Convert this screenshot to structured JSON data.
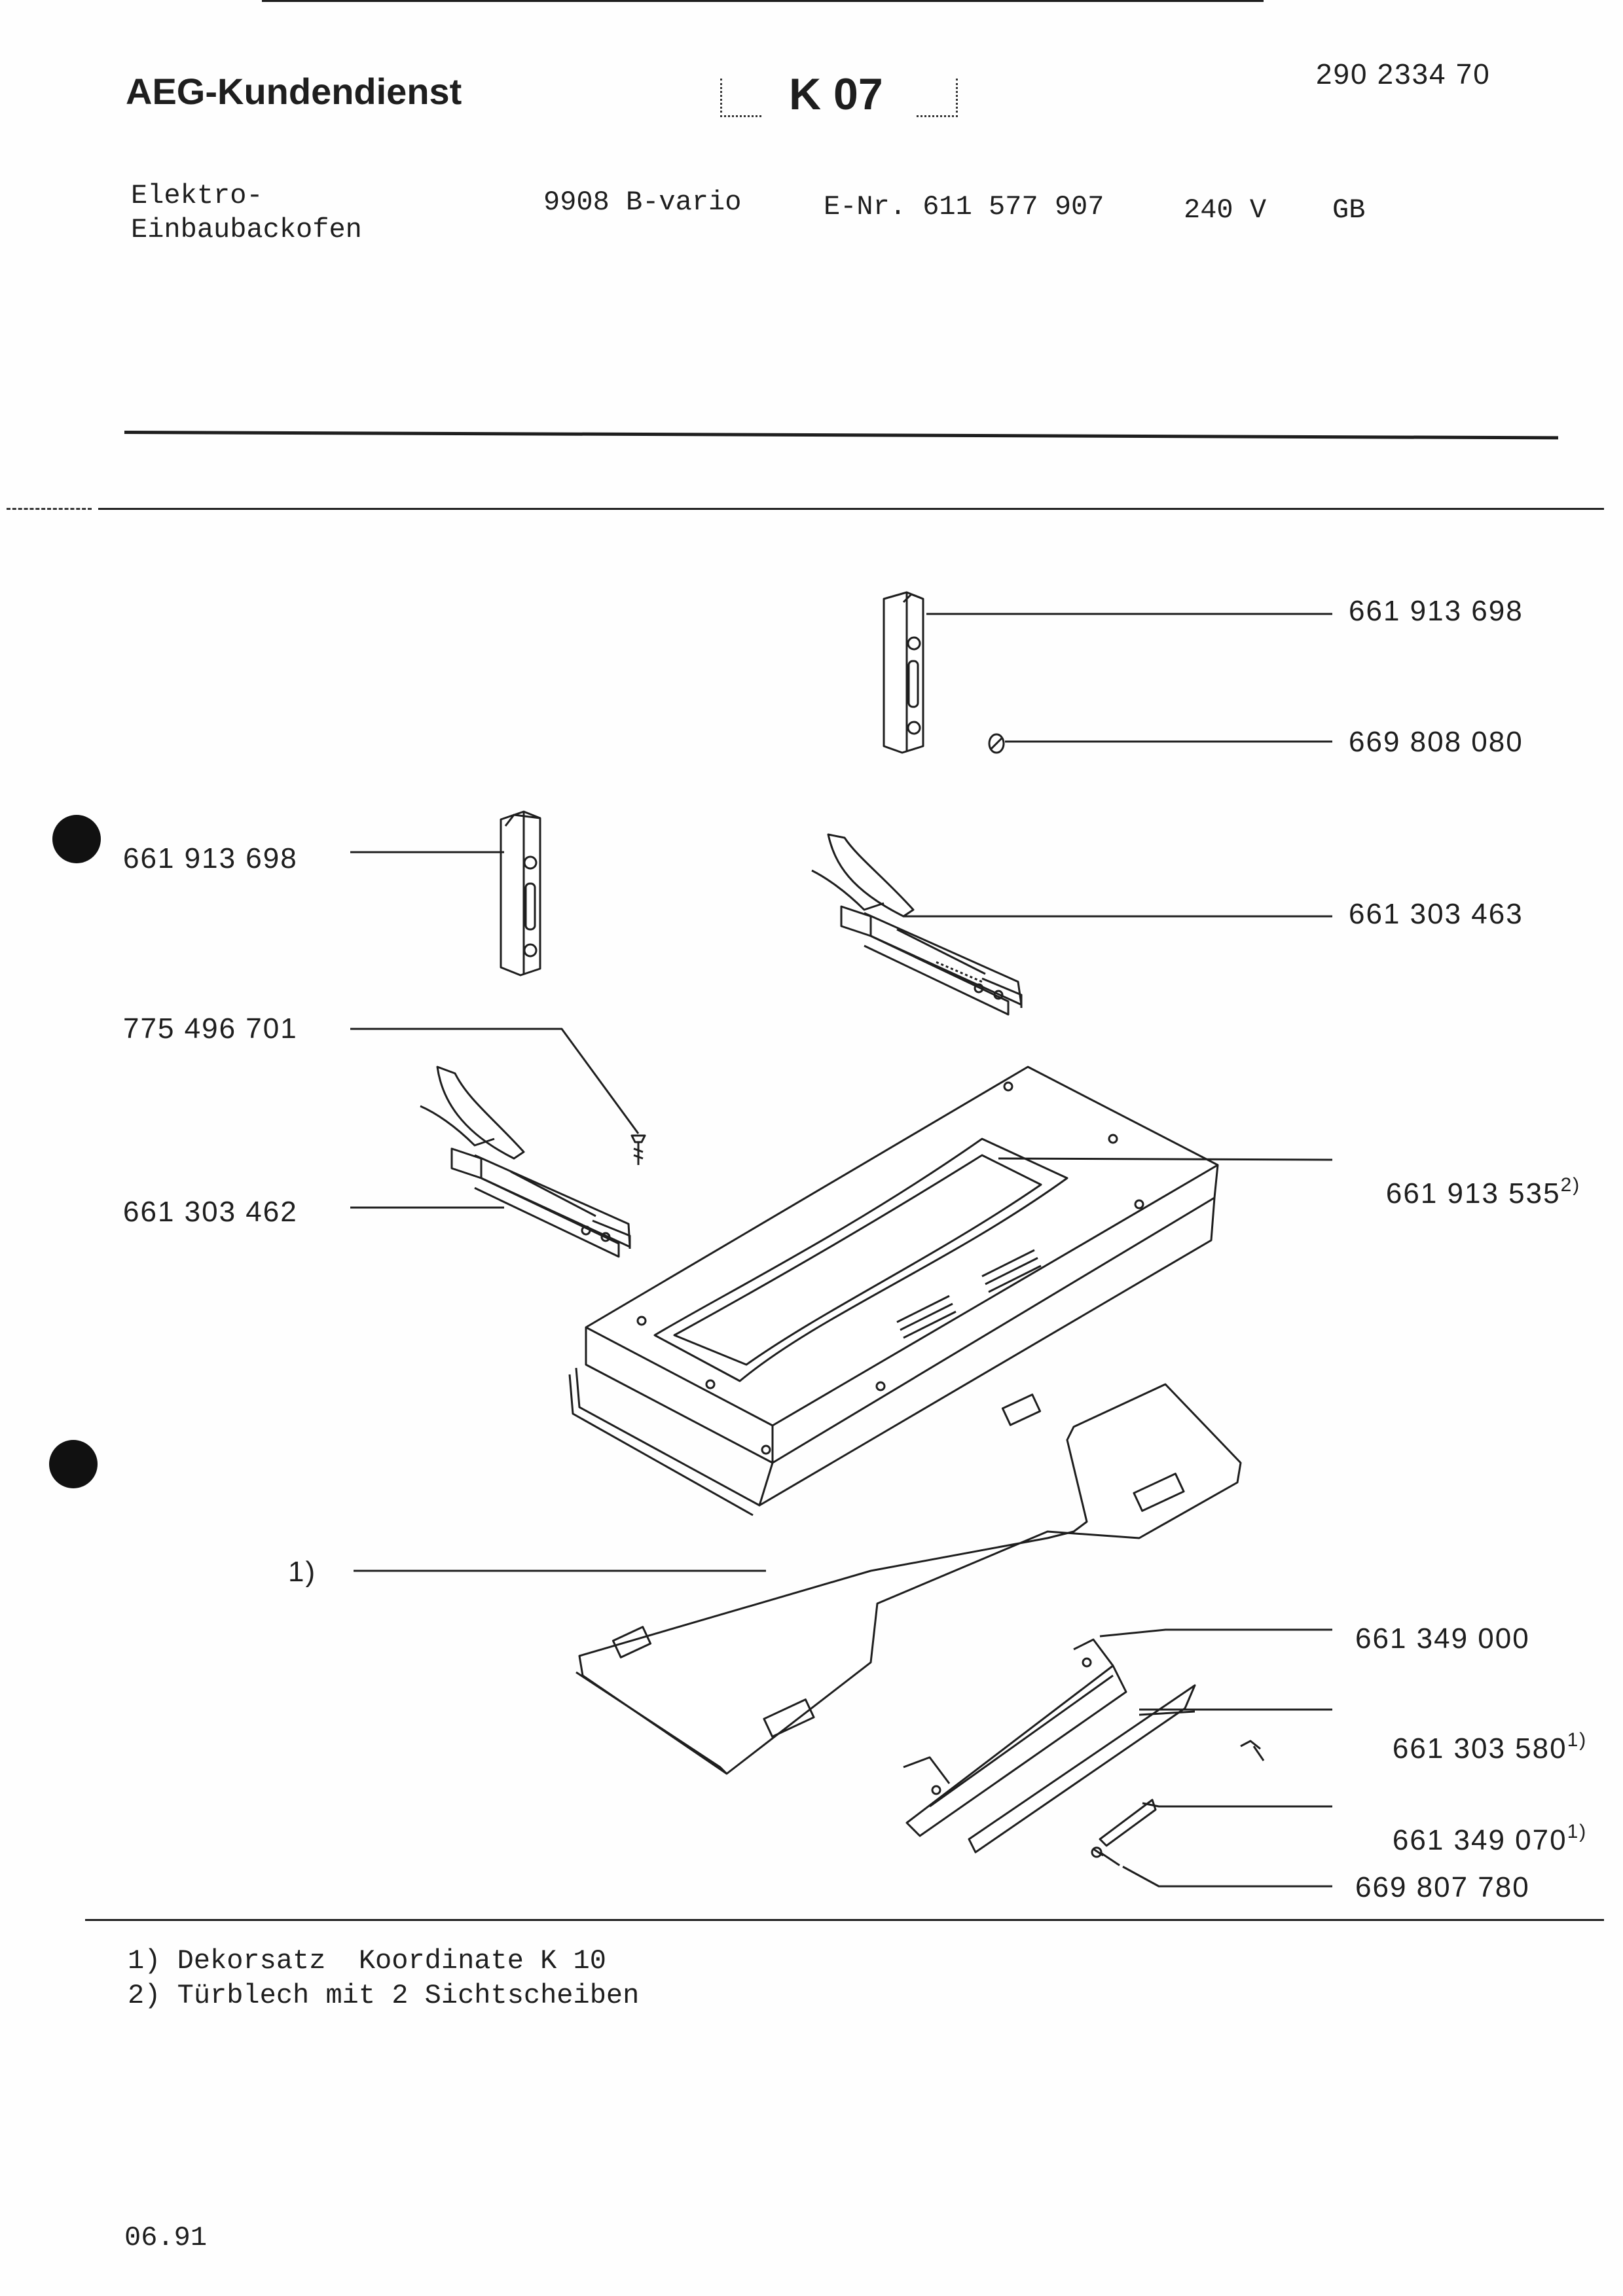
{
  "header": {
    "service_title": "AEG-Kundendienst",
    "sheet_code": "K 07",
    "doc_number": "290 2334 70"
  },
  "product": {
    "type_line1": "Elektro-",
    "type_line2": "Einbaubackofen",
    "model": "9908 B-vario",
    "e_nr": "E-Nr. 611 577 907",
    "voltage": "240 V",
    "country": "GB"
  },
  "parts": [
    {
      "number": "661 913 698",
      "note": ""
    },
    {
      "number": "669 808 080",
      "note": ""
    },
    {
      "number": "661 913 698",
      "note": ""
    },
    {
      "number": "661 303 463",
      "note": ""
    },
    {
      "number": "775 496 701",
      "note": ""
    },
    {
      "number": "661 913 535",
      "note": "2)"
    },
    {
      "number": "661 303 462",
      "note": ""
    },
    {
      "number": "1)",
      "note": ""
    },
    {
      "number": "661 349 000",
      "note": ""
    },
    {
      "number": "661 303 580",
      "note": "1)"
    },
    {
      "number": "661 349 070",
      "note": "1)"
    },
    {
      "number": "669 807 780",
      "note": ""
    }
  ],
  "footnotes": [
    "1) Dekorsatz  Koordinate K 10",
    "2) Türblech mit 2 Sichtscheiben"
  ],
  "date": "06.91"
}
